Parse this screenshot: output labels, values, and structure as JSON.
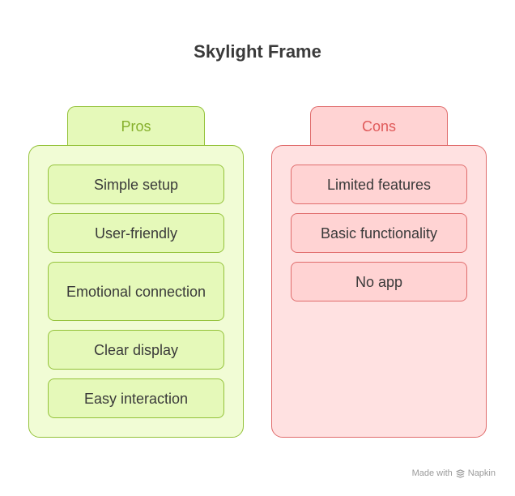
{
  "title": "Skylight Frame",
  "pros": {
    "header": "Pros",
    "items": [
      "Simple setup",
      "User-friendly",
      "Emotional connection",
      "Clear display",
      "Easy interaction"
    ]
  },
  "cons": {
    "header": "Cons",
    "items": [
      "Limited features",
      "Basic functionality",
      "No app"
    ]
  },
  "footer": {
    "made_with": "Made with",
    "brand": "Napkin"
  },
  "colors": {
    "pros_border": "#94c23a",
    "pros_fill": "#e5f9b9",
    "cons_border": "#e06c6c",
    "cons_fill": "#ffd3d3"
  }
}
